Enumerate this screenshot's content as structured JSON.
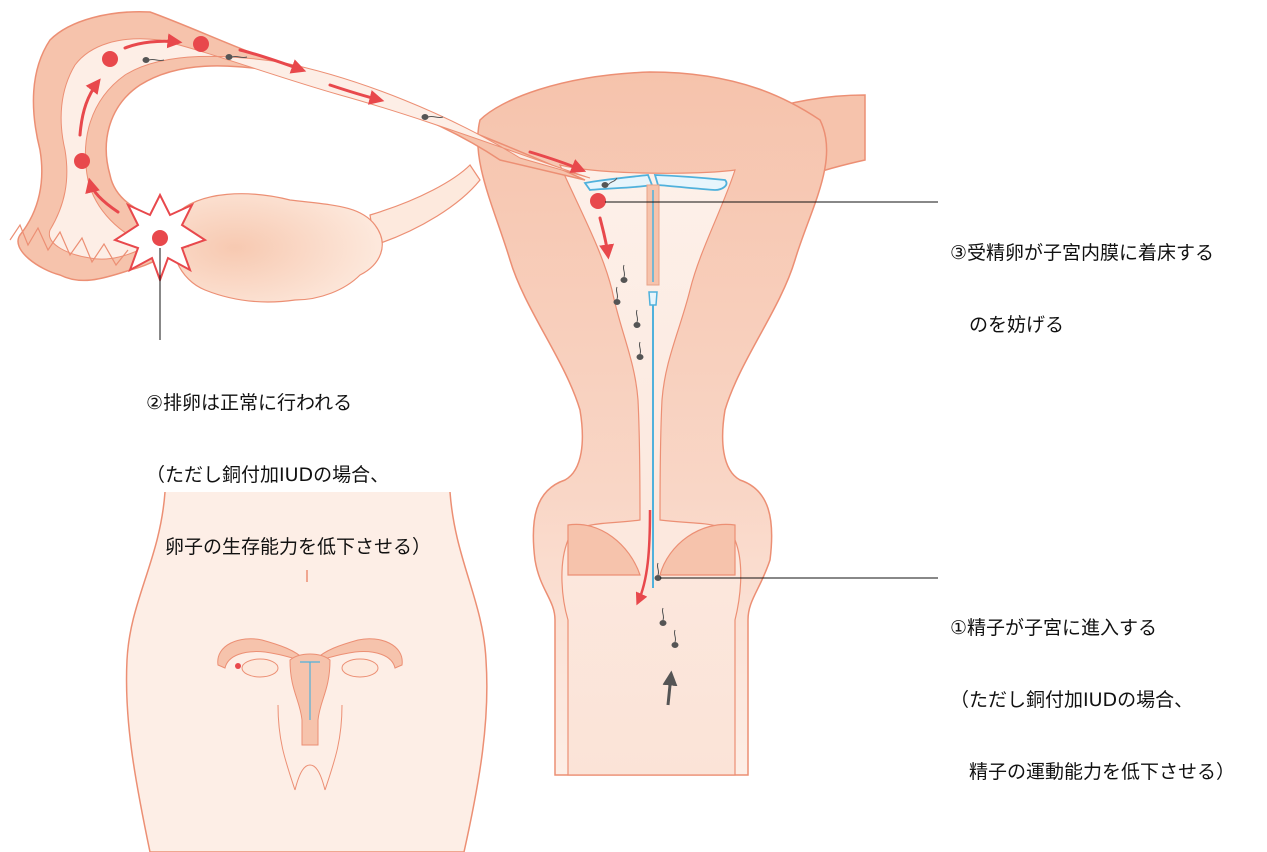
{
  "callouts": {
    "ovulation": {
      "line1": "②排卵は正常に行われる",
      "line2": "（ただし銅付加IUDの場合、",
      "line3": "　卵子の生存能力を低下させる）"
    },
    "implantation": {
      "line1": "③受精卵が子宮内膜に着床する",
      "line2": "　のを妨げる"
    },
    "sperm_entry": {
      "line1": "①精子が子宮に進入する",
      "line2": "（ただし銅付加IUDの場合、",
      "line3": "　精子の運動能力を低下させる）"
    }
  },
  "colors": {
    "tissue_fill": "#f7c7b2",
    "tissue_outline": "#ec8f74",
    "lumen_fill": "#fdeee6",
    "egg_red": "#e8484c",
    "arrow_red": "#e8484c",
    "iud_blue": "#4fb1dc",
    "sperm_gray": "#555555",
    "skin": "#fdeee6",
    "leader_line": "#111111"
  },
  "icons": [
    "egg-icon",
    "sperm-icon",
    "ovulation-burst-icon",
    "iud-icon",
    "arrow-icon"
  ]
}
